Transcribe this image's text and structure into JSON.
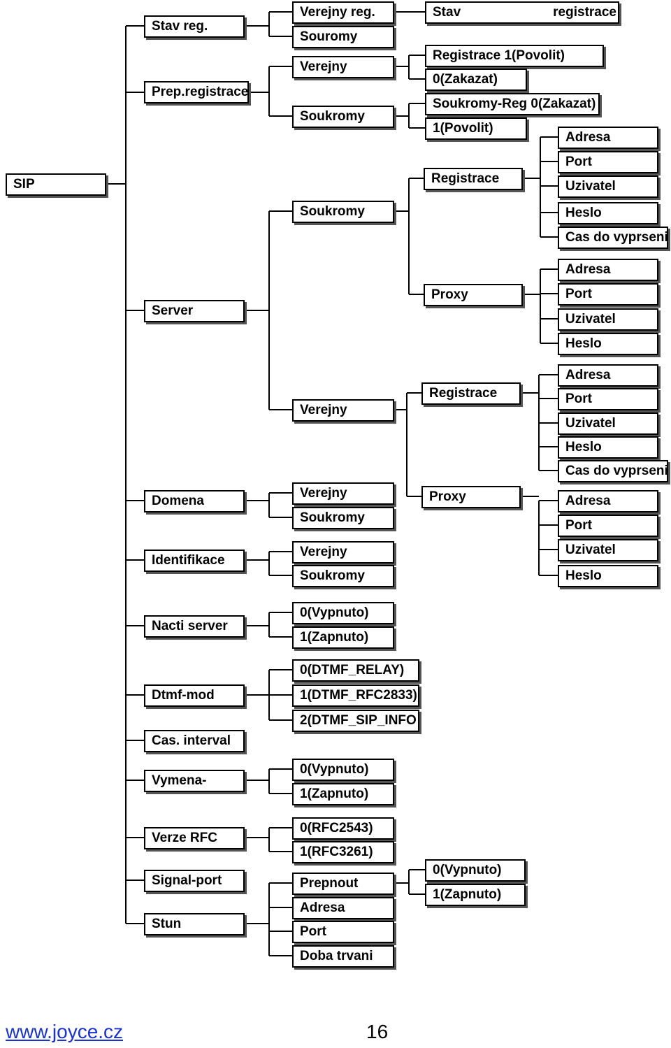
{
  "menu": {
    "root": "SIP",
    "level1": [
      "Stav reg.",
      "Prep.registrace",
      "Server",
      "Domena",
      "Identifikace",
      "Nacti server",
      "Dtmf-mod",
      "Cas. interval",
      "Vymena-",
      "Verze RFC",
      "Signal-port",
      "Stun"
    ],
    "level2": [
      "Verejny reg.",
      "Souromy",
      "Verejny",
      "Soukromy",
      "Soukromy",
      "Verejny",
      "Verejny",
      "Soukromy",
      "Verejny",
      "Soukromy",
      "0(Vypnuto)",
      "1(Zapnuto)",
      "0(DTMF_RELAY)",
      "1(DTMF_RFC2833)",
      "2(DTMF_SIP_INFO",
      "0(Vypnuto)",
      "1(Zapnuto)",
      "0(RFC2543)",
      "1(RFC3261)",
      "Prepnout",
      "Adresa",
      "Port",
      "Doba trvani"
    ],
    "level3": [
      "Stav",
      "registrace",
      "Registrace 1(Povolit)",
      "0(Zakazat)",
      "Soukromy-Reg 0(Zakazat)",
      "1(Povolit)",
      "Registrace",
      "Proxy",
      "Registrace",
      "Proxy",
      "0(Vypnuto)",
      "1(Zapnuto)"
    ],
    "level4": [
      "Adresa",
      "Port",
      "Uzivatel",
      "Heslo",
      "Cas do vyprseni",
      "Adresa",
      "Port",
      "Uzivatel",
      "Heslo",
      "Adresa",
      "Port",
      "Uzivatel",
      "Heslo",
      "Cas do vyprseni",
      "Adresa",
      "Port",
      "Uzivatel",
      "Heslo"
    ]
  },
  "footer": {
    "website": "www.joyce.cz",
    "page_number": "16"
  }
}
